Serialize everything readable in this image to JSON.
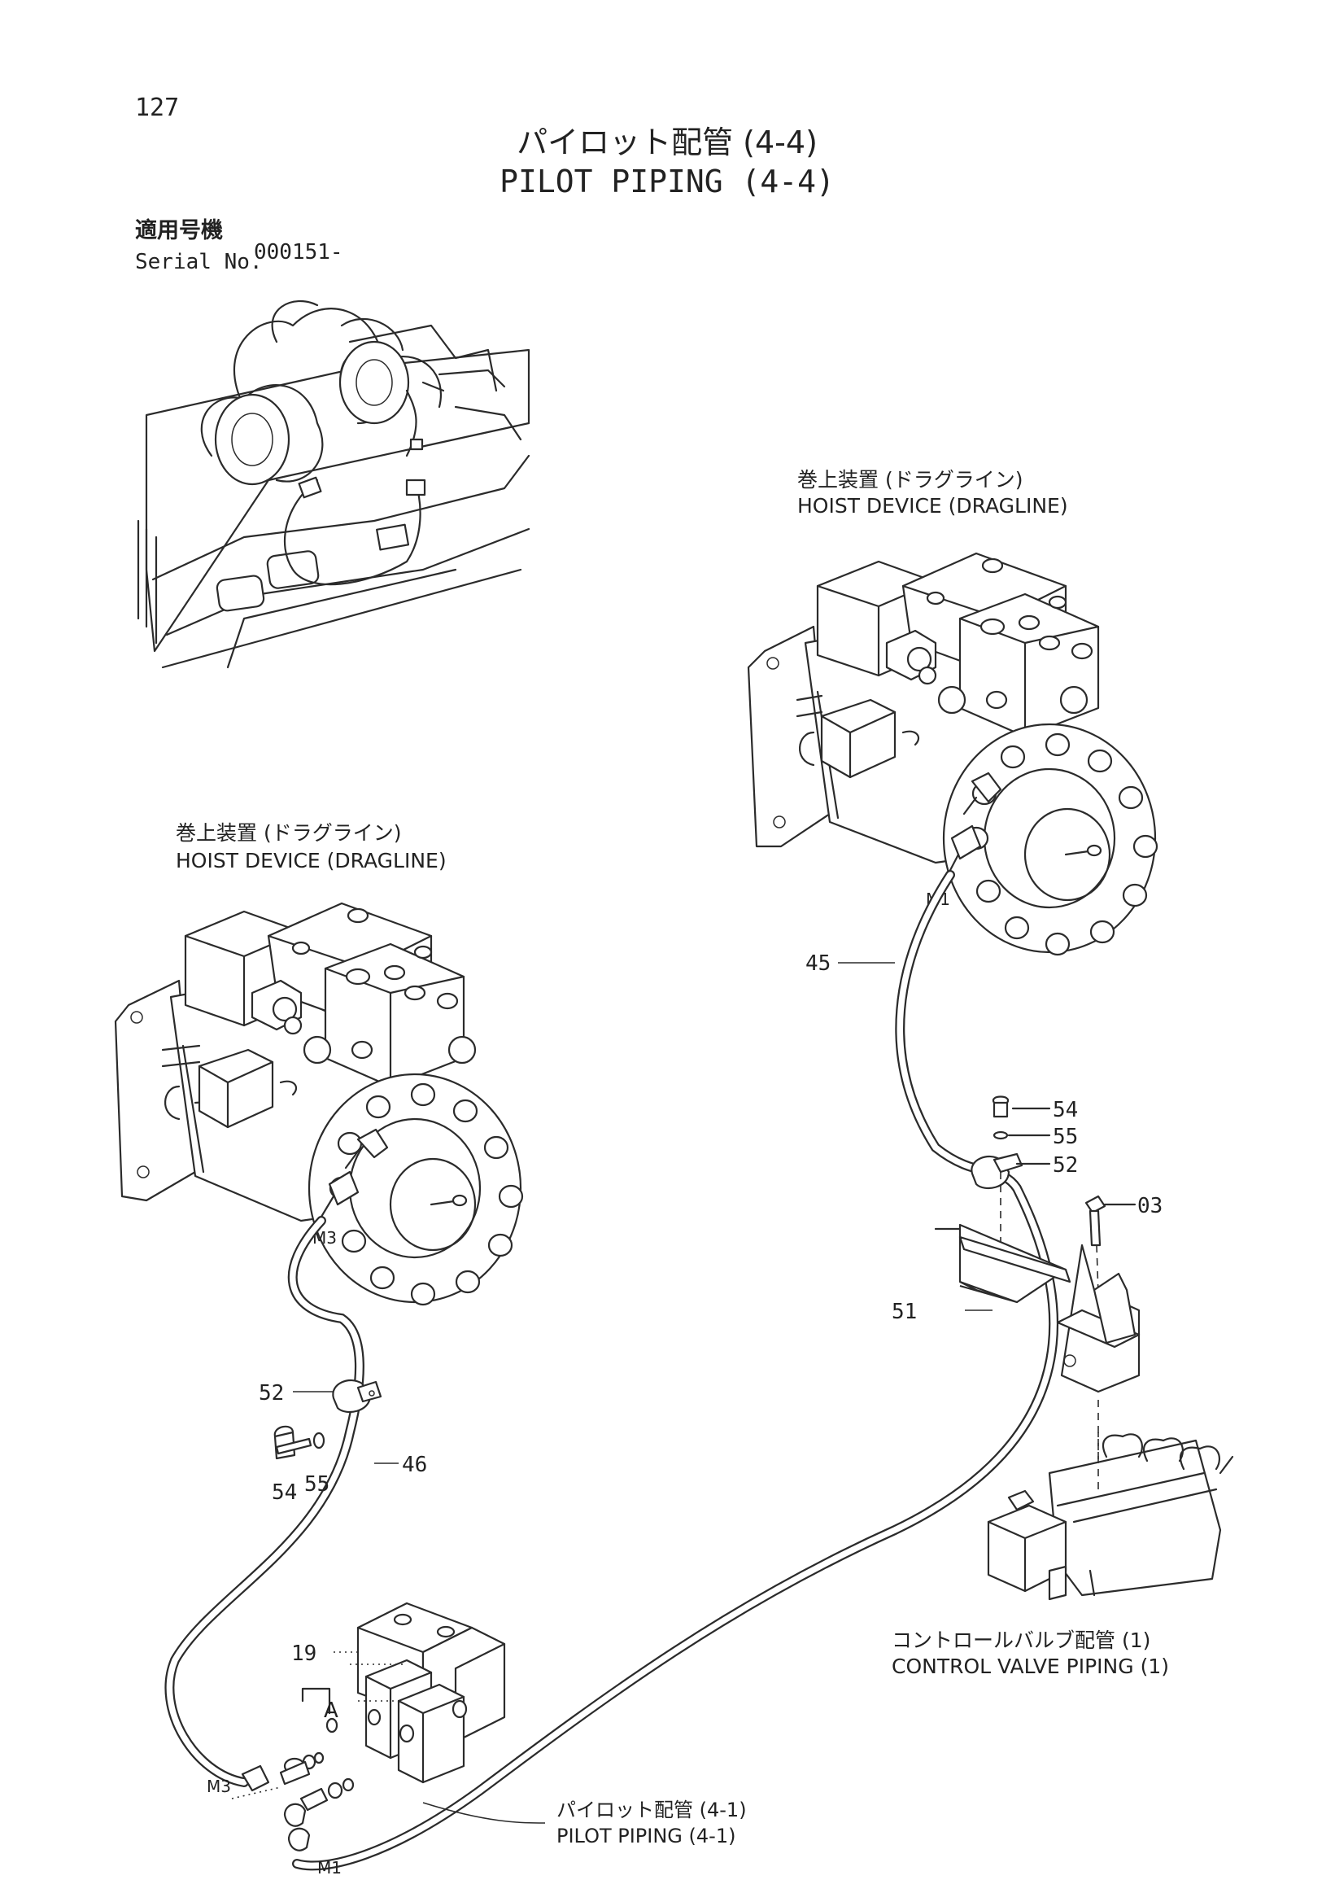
{
  "page_number": "127",
  "title_jp": "パイロット配管 (4-4)",
  "title_en": "PILOT PIPING (4-4)",
  "serial_label_jp": "適用号機",
  "serial_label_en": "Serial No.",
  "serial_value": "000151-",
  "hoist_right": {
    "jp": "巻上装置 (ドラグライン)",
    "en": "HOIST DEVICE (DRAGLINE)"
  },
  "hoist_left": {
    "jp": "巻上装置 (ドラグライン)",
    "en": "HOIST DEVICE (DRAGLINE)"
  },
  "control_valve": {
    "jp": "コントロールバルブ配管 (1)",
    "en": "CONTROL VALVE PIPING (1)"
  },
  "pilot_ref": {
    "jp": "パイロット配管 (4-1)",
    "en": "PILOT PIPING (4-1)"
  },
  "ports": {
    "m1_upper": "M1",
    "m3_left": "M3",
    "m3_lower": "M3",
    "m1_lower": "M1",
    "detail_a": "A"
  },
  "callouts": {
    "p45": "45",
    "p54_r": "54",
    "p55_r": "55",
    "p52_r": "52",
    "p03": "03",
    "p51": "51",
    "p52_l": "52",
    "p54_l": "54",
    "p55_l": "55",
    "p46": "46",
    "p19": "19"
  }
}
